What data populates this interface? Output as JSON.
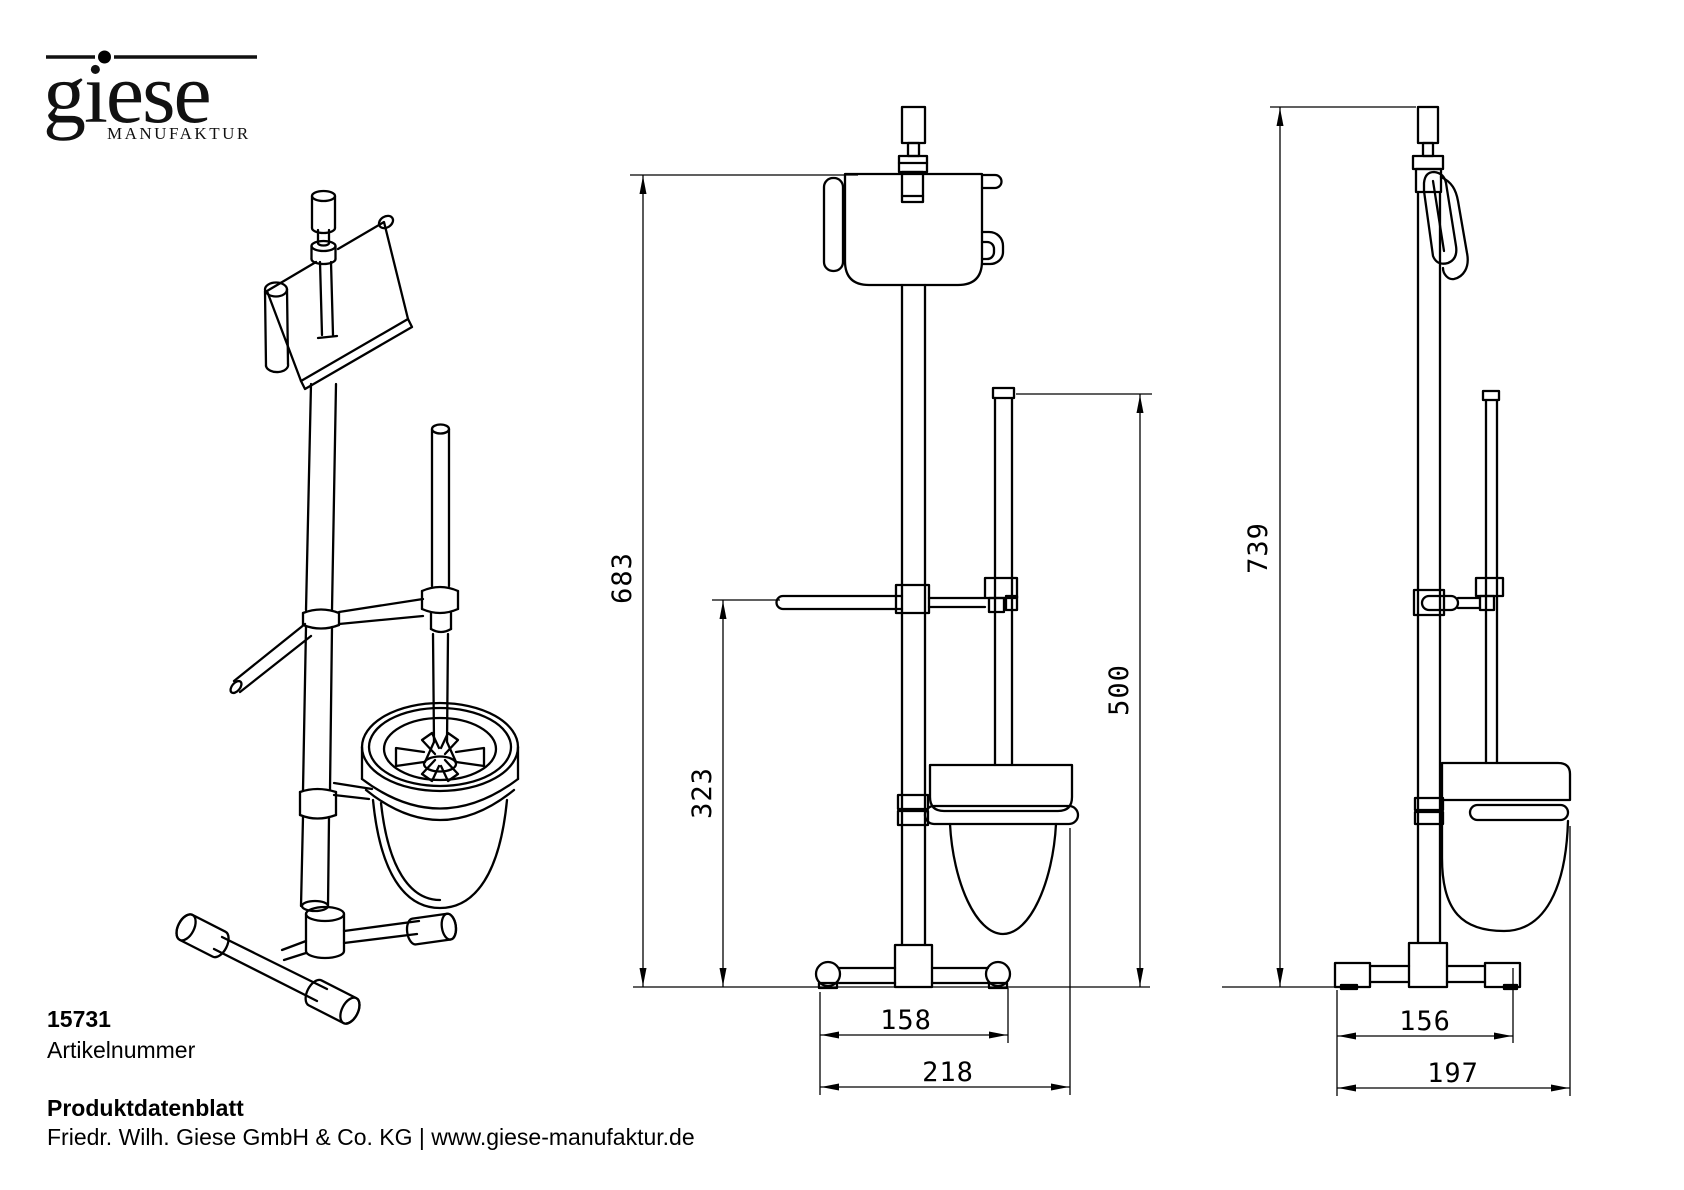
{
  "logo": {
    "name": "giese",
    "subtitle": "MANUFAKTUR"
  },
  "article": {
    "number": "15731",
    "label": "Artikelnummer"
  },
  "footer": {
    "title": "Produktdatenblatt",
    "company": "Friedr. Wilh. Giese GmbH & Co. KG | www.giese-manufaktur.de"
  },
  "drawing": {
    "dimension_labels": {
      "front_total_height": "683",
      "towel_bar_height": "323",
      "brush_handle_height": "500",
      "feet_distance_front": "158",
      "base_width": "218",
      "side_total_height": "739",
      "feet_distance_side": "156",
      "base_depth": "197"
    },
    "colors": {
      "line": "#000000",
      "background": "#ffffff"
    }
  }
}
